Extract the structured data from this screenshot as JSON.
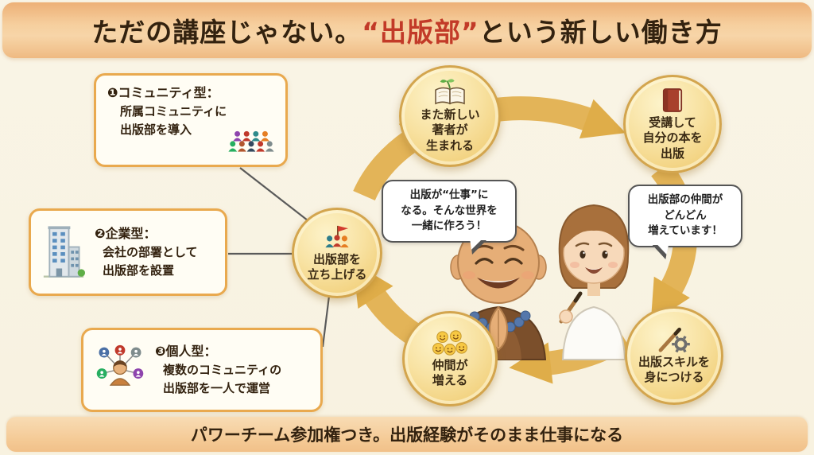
{
  "header": {
    "title_pre": "ただの講座じゃない。",
    "title_highlight": "“出版部”",
    "title_post": "という新しい働き方"
  },
  "footer": {
    "text": "パワーチーム参加権つき。出版経験がそのまま仕事になる"
  },
  "colors": {
    "banner_peach": "#f2c490",
    "background_cream": "#f8f2e2",
    "cycle_gold": "#e3b458",
    "accent_red": "#c23a28",
    "box_border_orange": "#e9a94e",
    "text_dark": "#33220f"
  },
  "left_boxes": [
    {
      "icon": "community-people-icon",
      "heading": "❶コミュニティ型：",
      "lines": [
        "所属コミュニティに",
        "出版部を導入"
      ]
    },
    {
      "icon": "building-icon",
      "heading": "❷企業型：",
      "lines": [
        "会社の部署として",
        "出版部を設置"
      ]
    },
    {
      "icon": "network-person-icon",
      "heading": "❸個人型：",
      "lines": [
        "複数のコミュニティの",
        "出版部を一人で運営"
      ]
    }
  ],
  "cycle_nodes": [
    {
      "id": "launch",
      "icon": "flag-people-icon",
      "lines": [
        "出版部を",
        "立ち上げる"
      ]
    },
    {
      "id": "new-authors",
      "icon": "book-sprout-icon",
      "lines": [
        "また新しい",
        "著者が",
        "生まれる"
      ]
    },
    {
      "id": "publish-book",
      "icon": "red-book-icon",
      "lines": [
        "受講して",
        "自分の本を",
        "出版"
      ]
    },
    {
      "id": "gain-skills",
      "icon": "pen-gear-icon",
      "lines": [
        "出版スキルを",
        "身につける"
      ]
    },
    {
      "id": "more-friends",
      "icon": "smiley-group-icon",
      "lines": [
        "仲間が",
        "増える"
      ]
    }
  ],
  "speech_bubbles": [
    {
      "speaker": "monk-character",
      "lines": [
        "出版が“仕事”に",
        "なる。そんな世界を",
        "一緒に作ろう！"
      ]
    },
    {
      "speaker": "woman-character",
      "lines": [
        "出版部の仲間が",
        "どんどん",
        "増えています！"
      ]
    }
  ]
}
